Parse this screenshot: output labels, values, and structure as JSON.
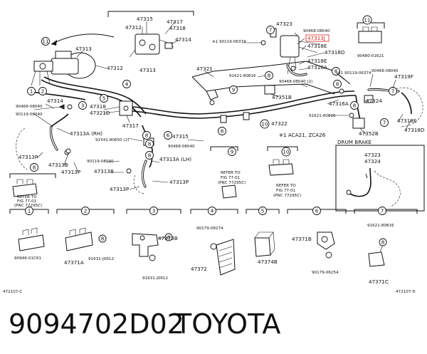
{
  "labels": {
    "p47315_top": "47315",
    "p47317_top": "47317",
    "p47312_top": "47312",
    "p47318_top": "47318",
    "p47314_top": "47314",
    "p47313_top2": "47313",
    "p47313_l": "47313",
    "p47312_l": "47312",
    "p47314_l": "47314",
    "p90468_08040_l": "90468-08040",
    "p90119_08040_l": "90119-08040",
    "p47318_l": "47318",
    "p47321D": "47321D",
    "p47317_l": "47317",
    "p47313A_RH": "47313A (RH)",
    "p91541_80650": "91541-80650 (2)",
    "p47315_m": "47315",
    "p90468_08040_m": "90468-08040",
    "p47313P_l": "47313P",
    "p47313B_l": "47313B",
    "p47313P_l2": "47313P",
    "p90119_08040_m": "90119-08040",
    "p47313B_m": "47313B",
    "p47313A_LH": "47313A (LH)",
    "p47313P_m": "47313P",
    "p47313P_m2": "47313P",
    "p90119_06374_a": "※1 90119-06374",
    "p47321": "47321",
    "p91621_80816_a": "91621-80816",
    "p47351B": "47351B",
    "p90468_08040_2": "90468-08040 (2)",
    "p47322": "47322",
    "p91621_80816_b": "91621-80816",
    "p47316A_r": "47316A",
    "p47324_r": "47324",
    "p47352B": "47352B",
    "p47323_tr": "47323",
    "p90468_08040_tr": "90468-08040",
    "p47318E_tr": "47318E",
    "p47318D_tr": "47318D",
    "p47318E_tr2": "47318E",
    "p47316A_tr": "47316A",
    "p90119_06374_b": "※1 90119-06374",
    "p90468_08040_r": "90468-08040",
    "p47319F": "47319F",
    "p47318E_r": "47318E",
    "p47318D_r": "47318D",
    "p90480_01621": "90480-01621",
    "note_acaz": "※1 ACA21, ZCA26",
    "drum_brake": "DRUM BRAKE",
    "p47323_d": "47323",
    "p47324_d": "47324",
    "refer_1": "REFER TO",
    "refer_2": "FIG 77-01",
    "refer_3": "(PNC 77295C)",
    "box1_part": "90946-01C61",
    "box2_part_a": "47371A",
    "box2_part_b": "91631-J0612",
    "box3_part_a": "47373B",
    "box3_part_b": "91631-J0612",
    "box4_part_a": "90179-08274",
    "box4_part_b": "47372",
    "box5_part": "47374B",
    "box6_part_a": "47371B",
    "box6_part_b": "90179-06254",
    "box7_part_a": "91621-80816",
    "box7_part_b": "47371C",
    "code_left": "472107-C",
    "code_right": "472107-D",
    "refl_1": "REFER TO",
    "refl_2": "FIG 77-01",
    "refl_3": "(PNC 77295C)",
    "highlight": "47313J"
  },
  "callouts": {
    "c1": "1",
    "c2": "2",
    "c3": "3",
    "c4": "4",
    "c5": "5",
    "c6": "6",
    "c7": "7",
    "c8": "8",
    "c9": "9",
    "c10": "10",
    "c11": "11"
  },
  "footer": {
    "part_number": "9094702D02",
    "brand": "TOYOTA"
  },
  "colors": {
    "ink": "#111111",
    "highlight": "#e02020"
  }
}
